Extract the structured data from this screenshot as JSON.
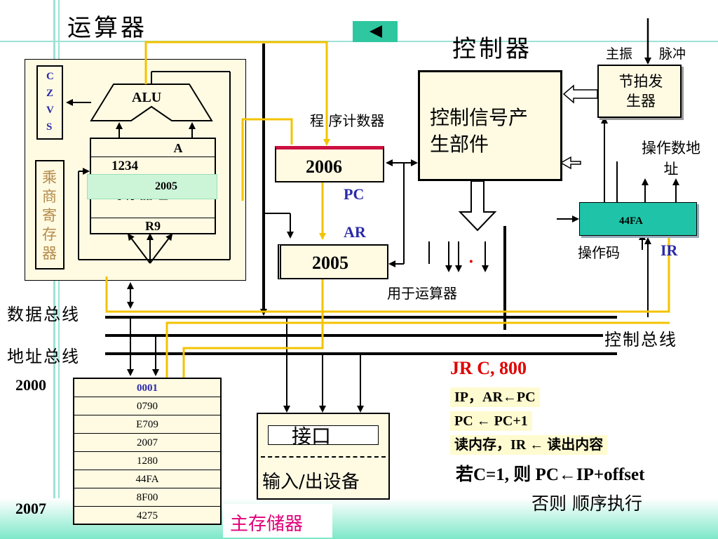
{
  "titles": {
    "alu_section": "运算器",
    "control_section": "控制器",
    "memory": "主存储器"
  },
  "alu": {
    "label": "ALU",
    "flags": [
      "C",
      "Z",
      "V",
      "S"
    ],
    "mul_div_reg": "乘商寄存器",
    "reg_group_label": "寄存器组",
    "reg_rows": [
      "A",
      "1234",
      "2005",
      "R9"
    ]
  },
  "control": {
    "pc_caption": "程 序计数器",
    "pc_value": "2006",
    "pc_label": "PC",
    "ar_label": "AR",
    "ar_value": "2005",
    "signal_unit": "控制信号产生部件",
    "clock_unit": "节拍发生器",
    "main_osc": "主振",
    "pulse": "脉冲",
    "operand_addr": "操作数地址",
    "ir_value": "44FA",
    "opcode": "操作码",
    "ir_label": "IR",
    "for_alu": "用于运算器",
    "dot": "·"
  },
  "buses": {
    "data": "数据总线",
    "address": "地址总线",
    "control": "控制总线"
  },
  "memory": {
    "addr_start": "2000",
    "addr_end": "2007",
    "cells": [
      "0001",
      "0790",
      "E709",
      "2007",
      "1280",
      "44FA",
      "8F00",
      "4275"
    ]
  },
  "io": {
    "interface": "接口",
    "device": "输入/出设备"
  },
  "instruction": {
    "title": "JR  C,  800",
    "steps": [
      "IP，AR←PC",
      "PC ← PC+1",
      "读内存，IR ← 读出内容",
      "若C=1, 则 PC←IP+offset",
      "否则 顺序执行"
    ]
  },
  "colors": {
    "yellow_path": "#f3c300",
    "panel_bg": "#fffbe3",
    "accent_teal": "#2ec7a0",
    "highlight_green": "#ccf5d8",
    "ir_teal": "#1fc4a8",
    "pc_red": "#cc1040",
    "blue_label": "#2a2aa8",
    "red_title": "#e00000",
    "memory_pink": "#e0007a"
  }
}
